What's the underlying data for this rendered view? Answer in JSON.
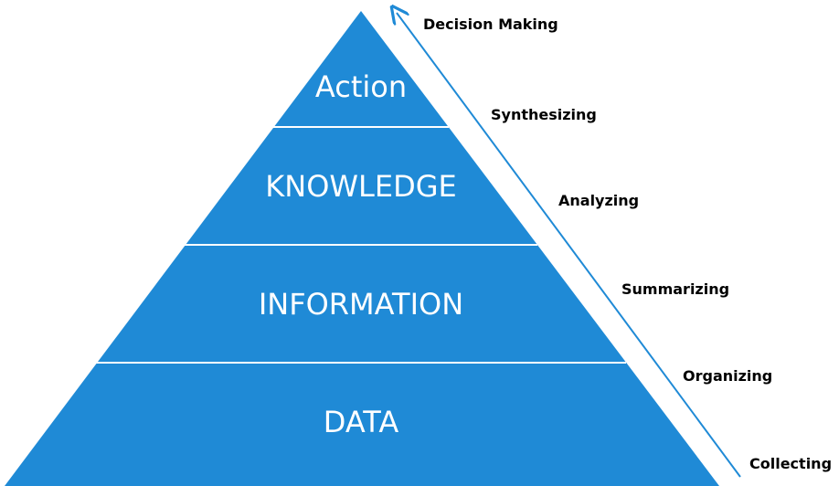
{
  "colors": {
    "pyramid_fill": "#1f8ad6",
    "divider": "#ffffff",
    "arrow": "#1f8ad6",
    "text_on_pyramid": "#ffffff",
    "step_text": "#000000"
  },
  "pyramid": {
    "tiers": [
      {
        "label": "Action"
      },
      {
        "label": "KNOWLEDGE"
      },
      {
        "label": "INFORMATION"
      },
      {
        "label": "DATA"
      }
    ]
  },
  "process": {
    "steps": [
      {
        "label": "Decision Making"
      },
      {
        "label": "Synthesizing"
      },
      {
        "label": "Analyzing"
      },
      {
        "label": "Summarizing"
      },
      {
        "label": "Organizing"
      },
      {
        "label": "Collecting"
      }
    ]
  }
}
